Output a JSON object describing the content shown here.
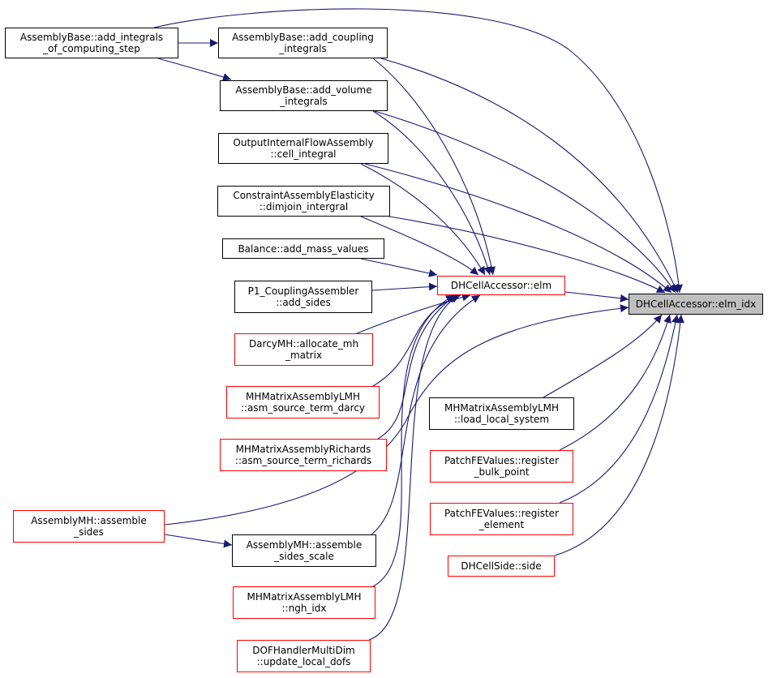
{
  "graph": {
    "type": "caller-graph",
    "edge_color": "#191970",
    "colors": {
      "default_border": "#000000",
      "incomplete_border": "#ff0000",
      "target_fill": "#bfbfbf"
    },
    "target": {
      "id": "elm_idx",
      "lines": [
        "DHCellAccessor::elm_idx"
      ]
    },
    "nodes": [
      {
        "id": "add_integrals",
        "lines": [
          "AssemblyBase::add_integrals",
          "_of_computing_step"
        ],
        "border": "black"
      },
      {
        "id": "add_coupling",
        "lines": [
          "AssemblyBase::add_coupling",
          "_integrals"
        ],
        "border": "black"
      },
      {
        "id": "add_volume",
        "lines": [
          "AssemblyBase::add_volume",
          "_integrals"
        ],
        "border": "black"
      },
      {
        "id": "cell_integral",
        "lines": [
          "OutputInternalFlowAssembly",
          "::cell_integral"
        ],
        "border": "black"
      },
      {
        "id": "dimjoin",
        "lines": [
          "ConstraintAssemblyElasticity",
          "::dimjoin_intergral"
        ],
        "border": "black"
      },
      {
        "id": "add_mass",
        "lines": [
          "Balance::add_mass_values"
        ],
        "border": "black"
      },
      {
        "id": "p1_add_sides",
        "lines": [
          "P1_CouplingAssembler",
          "::add_sides"
        ],
        "border": "black"
      },
      {
        "id": "elm",
        "lines": [
          "DHCellAccessor::elm"
        ],
        "border": "red"
      },
      {
        "id": "allocate",
        "lines": [
          "DarcyMH::allocate_mh",
          "_matrix"
        ],
        "border": "red"
      },
      {
        "id": "src_darcy",
        "lines": [
          "MHMatrixAssemblyLMH",
          "::asm_source_term_darcy"
        ],
        "border": "red"
      },
      {
        "id": "src_richards",
        "lines": [
          "MHMatrixAssemblyRichards",
          "::asm_source_term_richards"
        ],
        "border": "red"
      },
      {
        "id": "assemble_sides",
        "lines": [
          "AssemblyMH::assemble",
          "_sides"
        ],
        "border": "red"
      },
      {
        "id": "assemble_sides_scale",
        "lines": [
          "AssemblyMH::assemble",
          "_sides_scale"
        ],
        "border": "black"
      },
      {
        "id": "ngh_idx",
        "lines": [
          "MHMatrixAssemblyLMH",
          "::ngh_idx"
        ],
        "border": "red"
      },
      {
        "id": "update_dofs",
        "lines": [
          "DOFHandlerMultiDim",
          "::update_local_dofs"
        ],
        "border": "red"
      },
      {
        "id": "load_local",
        "lines": [
          "MHMatrixAssemblyLMH",
          "::load_local_system"
        ],
        "border": "black"
      },
      {
        "id": "bulk_point",
        "lines": [
          "PatchFEValues::register",
          "_bulk_point"
        ],
        "border": "red"
      },
      {
        "id": "reg_element",
        "lines": [
          "PatchFEValues::register",
          "_element"
        ],
        "border": "red"
      },
      {
        "id": "side",
        "lines": [
          "DHCellSide::side"
        ],
        "border": "red"
      }
    ],
    "edges": [
      {
        "from": "add_integrals",
        "to": "add_coupling"
      },
      {
        "from": "add_integrals",
        "to": "add_volume"
      },
      {
        "from": "add_integrals",
        "to": "elm_idx"
      },
      {
        "from": "add_coupling",
        "to": "elm"
      },
      {
        "from": "add_coupling",
        "to": "elm_idx"
      },
      {
        "from": "add_volume",
        "to": "elm"
      },
      {
        "from": "add_volume",
        "to": "elm_idx"
      },
      {
        "from": "cell_integral",
        "to": "elm"
      },
      {
        "from": "cell_integral",
        "to": "elm_idx"
      },
      {
        "from": "dimjoin",
        "to": "elm"
      },
      {
        "from": "dimjoin",
        "to": "elm_idx"
      },
      {
        "from": "add_mass",
        "to": "elm"
      },
      {
        "from": "p1_add_sides",
        "to": "elm"
      },
      {
        "from": "elm",
        "to": "elm_idx"
      },
      {
        "from": "allocate",
        "to": "elm"
      },
      {
        "from": "src_darcy",
        "to": "elm"
      },
      {
        "from": "src_richards",
        "to": "elm"
      },
      {
        "from": "assemble_sides",
        "to": "assemble_sides_scale"
      },
      {
        "from": "assemble_sides",
        "to": "elm_idx"
      },
      {
        "from": "assemble_sides_scale",
        "to": "elm"
      },
      {
        "from": "ngh_idx",
        "to": "elm"
      },
      {
        "from": "update_dofs",
        "to": "elm"
      },
      {
        "from": "load_local",
        "to": "elm_idx"
      },
      {
        "from": "bulk_point",
        "to": "elm_idx"
      },
      {
        "from": "reg_element",
        "to": "elm_idx"
      },
      {
        "from": "side",
        "to": "elm_idx"
      }
    ]
  }
}
